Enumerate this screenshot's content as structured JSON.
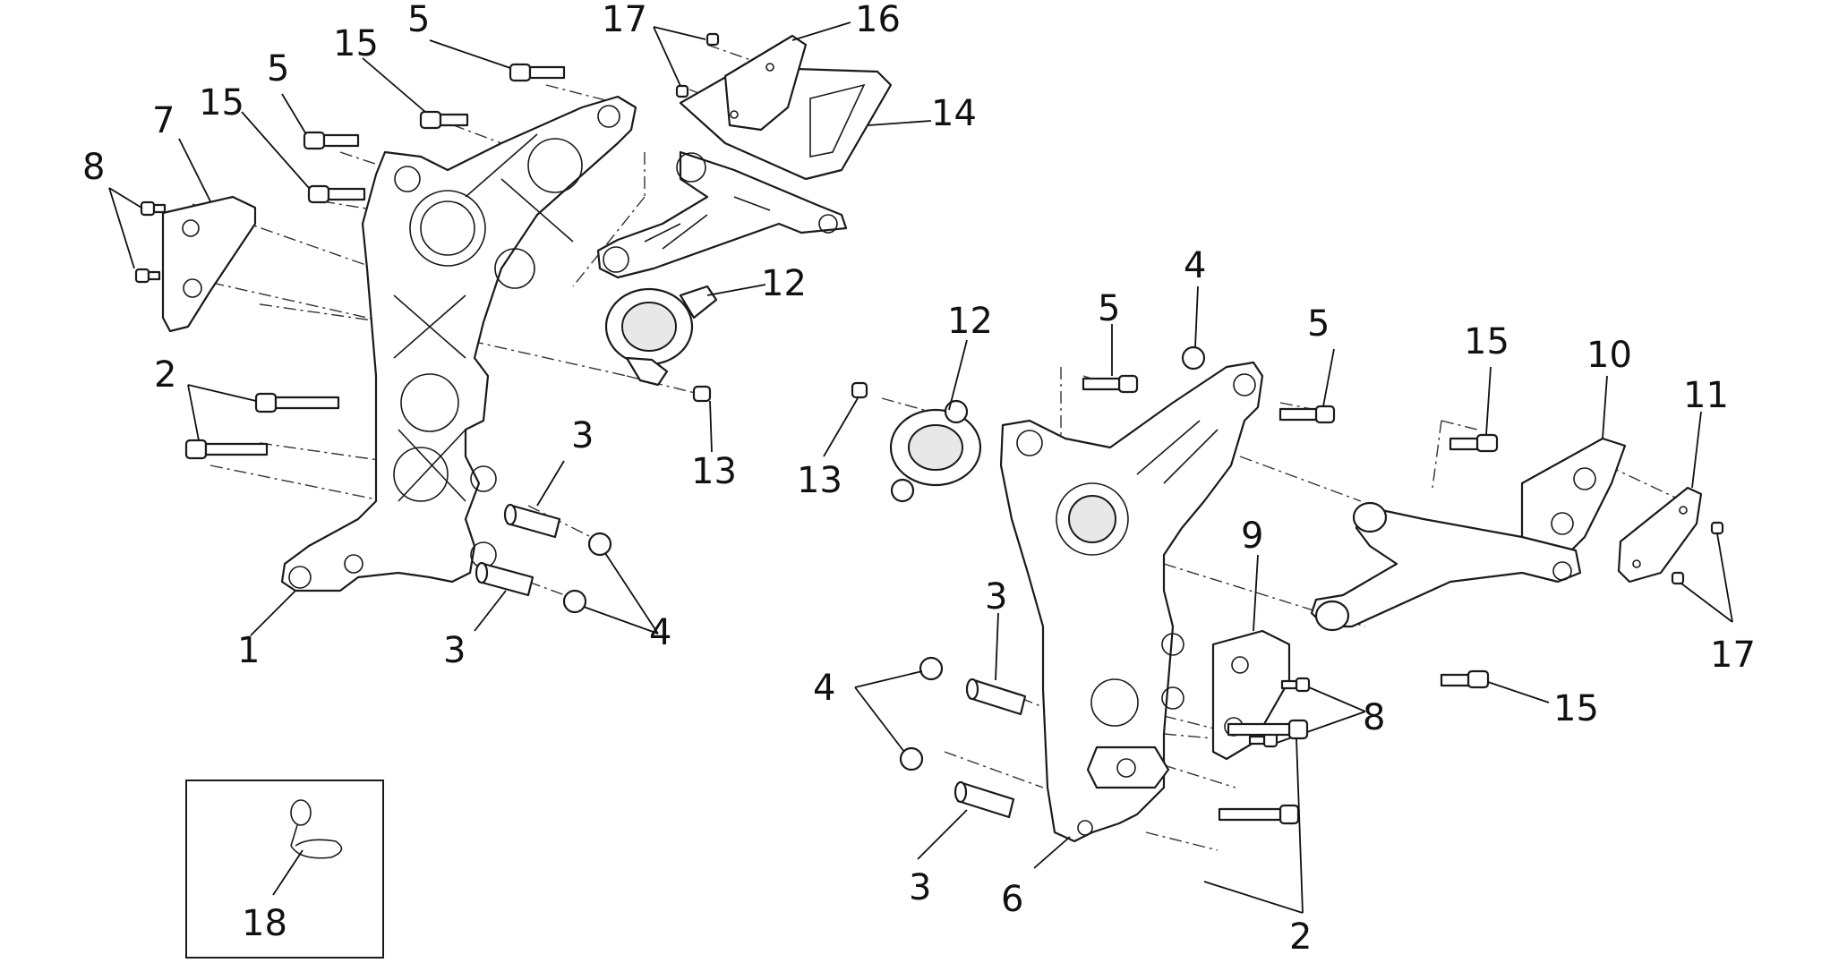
{
  "callouts": {
    "l1": "1",
    "l2a": "2",
    "l3a": "3",
    "l3b": "3",
    "l4a": "4",
    "l5a": "5",
    "l5b": "5",
    "l7": "7",
    "l8a": "8",
    "l12a": "12",
    "l13a": "13",
    "l14": "14",
    "l15a": "15",
    "l15b": "15",
    "l16": "16",
    "l17a": "17",
    "r2": "2",
    "r3a": "3",
    "r3b": "3",
    "r4a": "4",
    "r4b": "4",
    "r5a": "5",
    "r5b": "5",
    "r6": "6",
    "r8": "8",
    "r9": "9",
    "r10": "10",
    "r11": "11",
    "r12": "12",
    "r13": "13",
    "r15a": "15",
    "r15b": "15",
    "r17": "17",
    "b18": "18"
  },
  "colors": {
    "line": "#1a1a1a",
    "background": "#ffffff",
    "shade": "#e8e8e8"
  }
}
